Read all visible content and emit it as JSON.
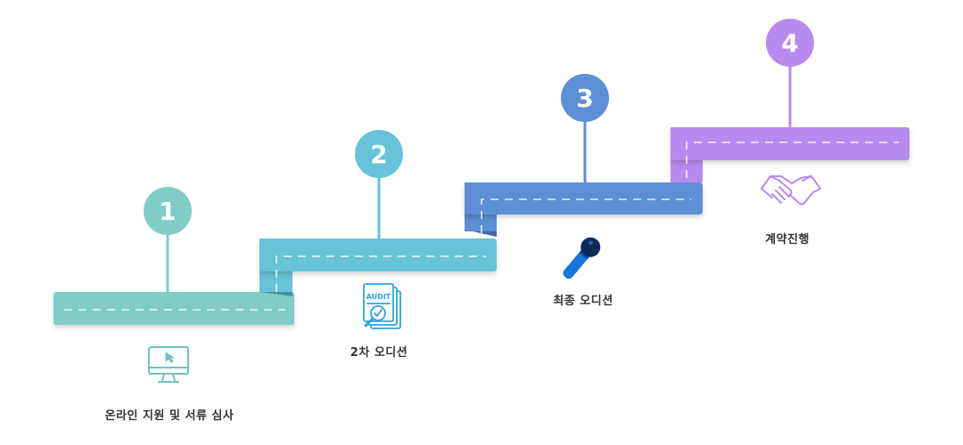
{
  "colors": {
    "step1": "#7fcdc4",
    "step2": "#66c3d8",
    "step3": "#5b8fd6",
    "step4": "#b78af0"
  },
  "steps": [
    {
      "number": "1",
      "label": "온라인 지원 및 서류 심사",
      "icon": "computer-monitor-cursor-icon"
    },
    {
      "number": "2",
      "label": "2차 오디션",
      "icon": "audit-document-magnifier-icon"
    },
    {
      "number": "3",
      "label": "최종 오디션",
      "icon": "microphone-icon"
    },
    {
      "number": "4",
      "label": "계약진행",
      "icon": "handshake-icon"
    }
  ]
}
